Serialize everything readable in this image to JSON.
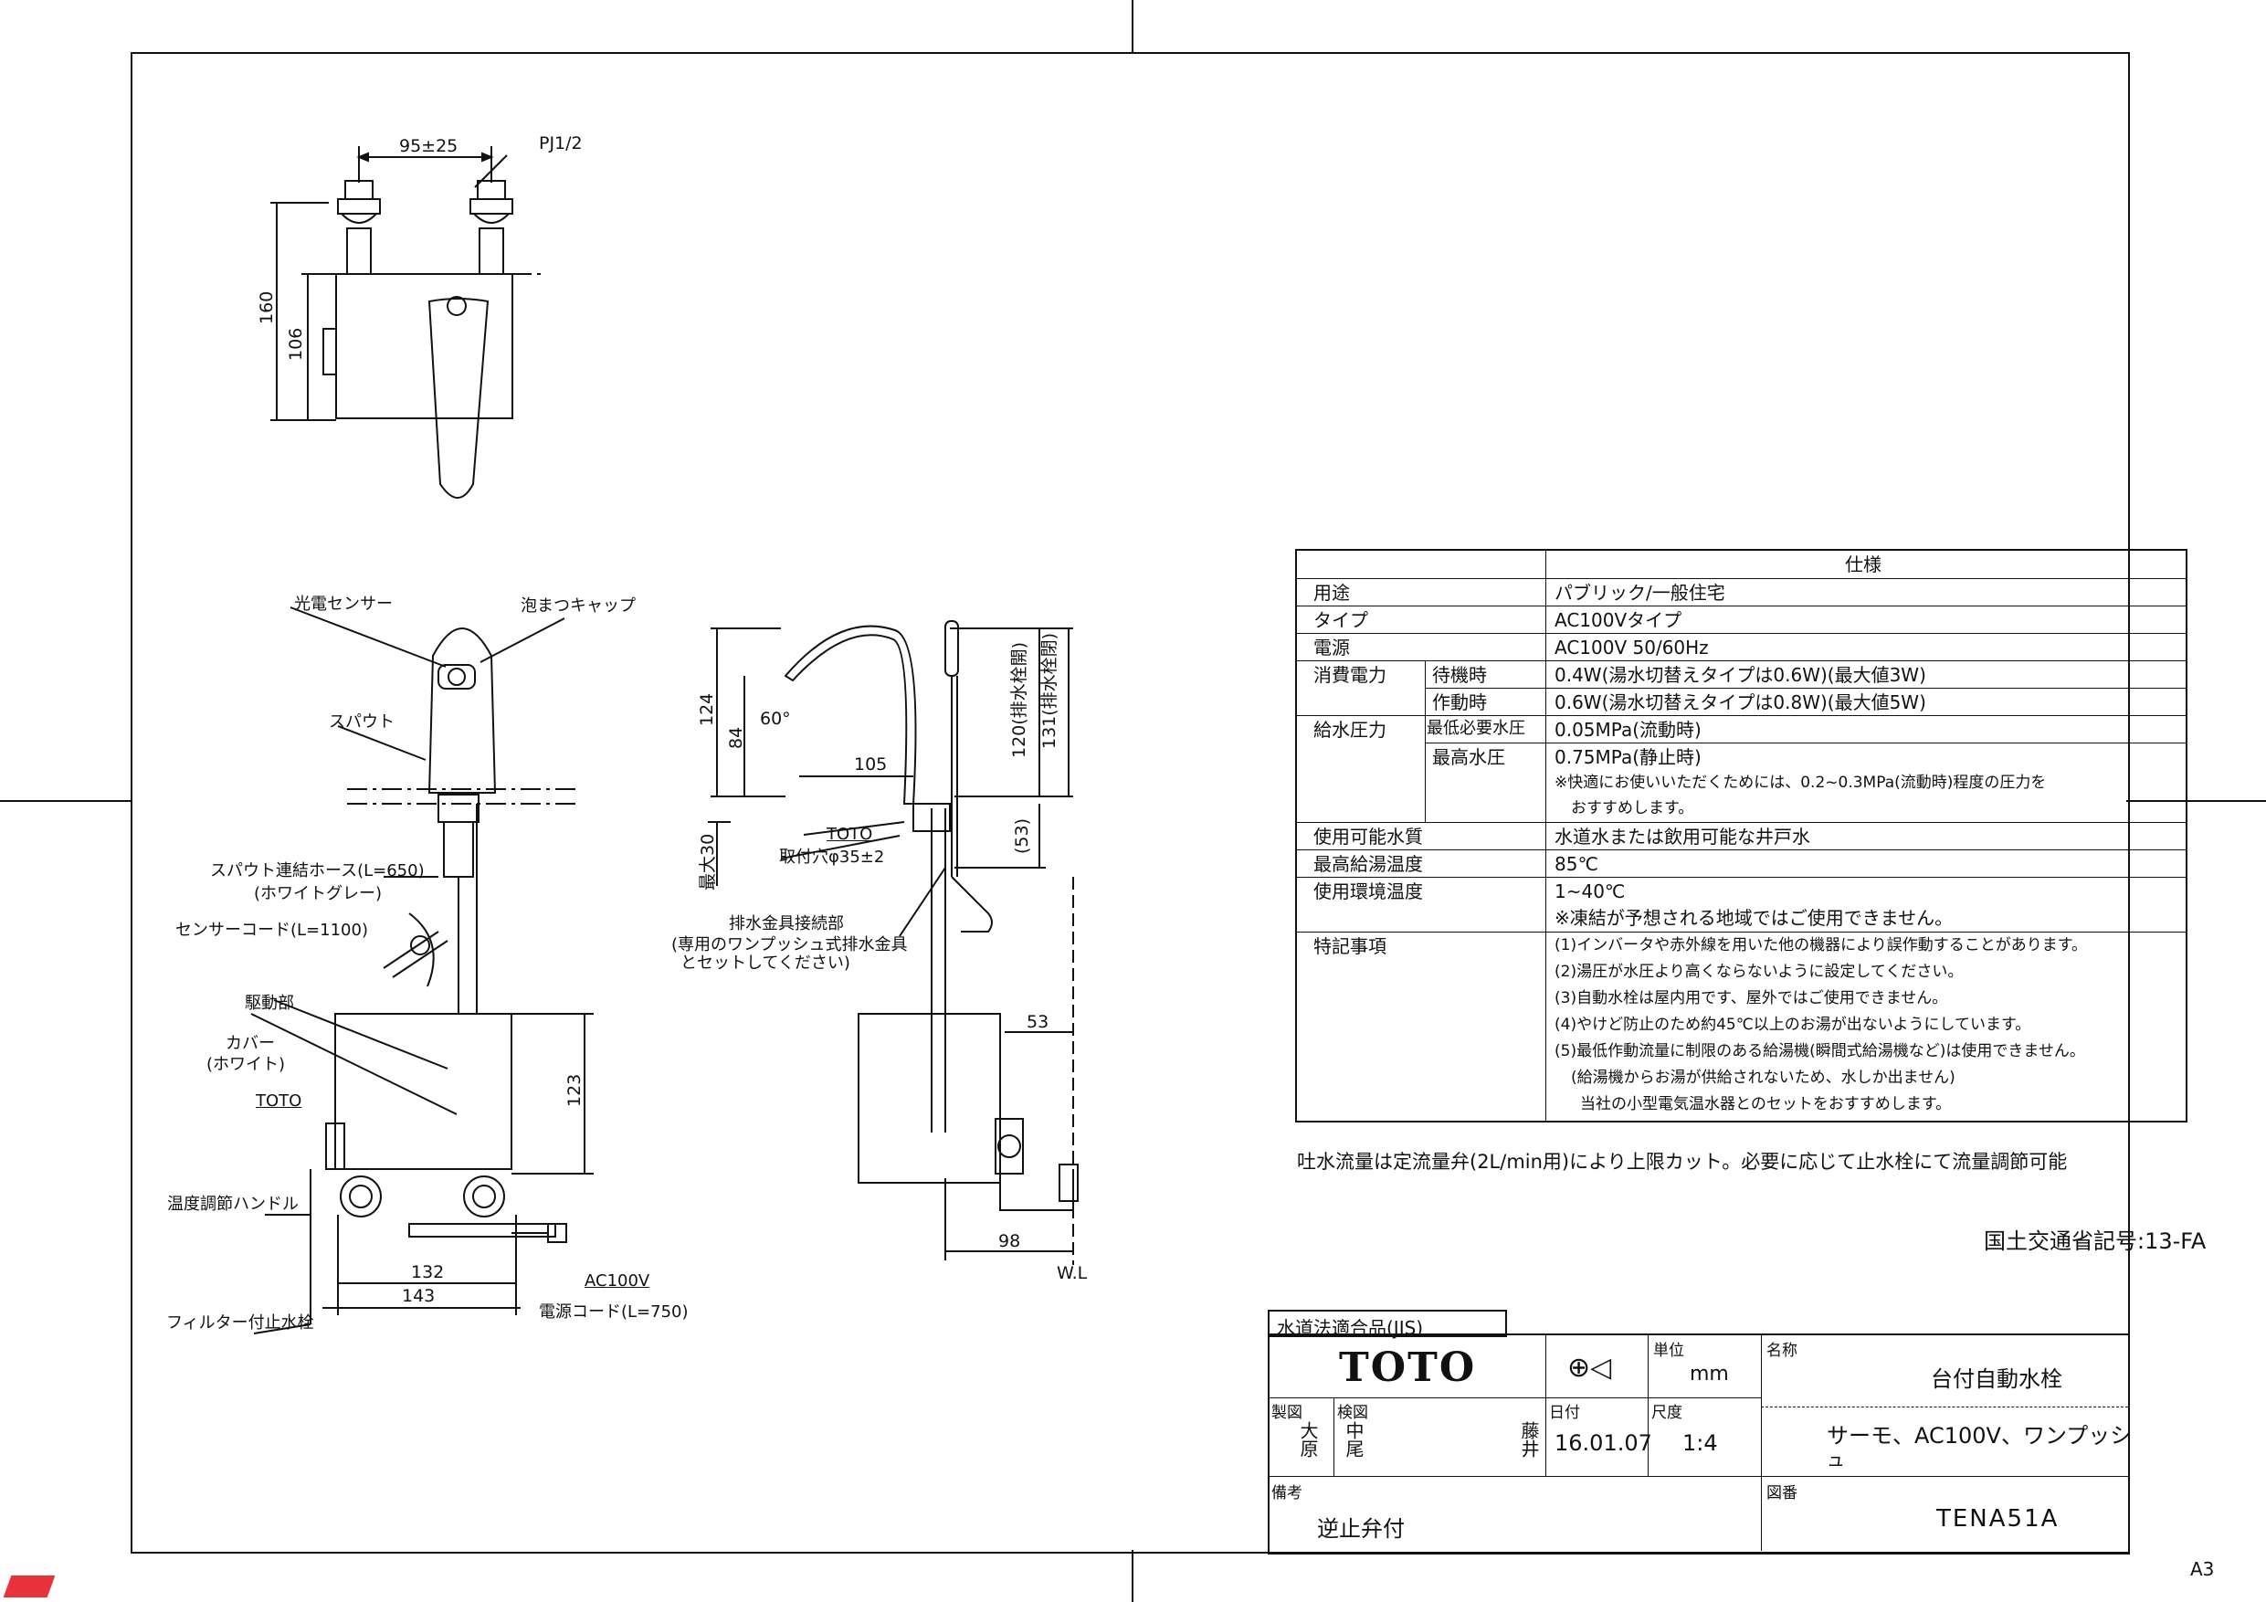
{
  "drawing": {
    "top_view": {
      "dim_width": "95±25",
      "pipe_thread": "PJ1/2",
      "dim_height_total": "160",
      "dim_height_body": "106"
    },
    "front_view": {
      "labels": {
        "sensor": "光電センサー",
        "aerator": "泡まつキャップ",
        "spout": "スパウト",
        "hose": "スパウト連結ホース(L=650)",
        "hose_color": "(ホワイトグレー)",
        "sensor_cord": "センサーコード(L=1100)",
        "drive": "駆動部",
        "cover": "カバー",
        "cover_color": "(ホワイト)",
        "maker": "TOTO",
        "temp_handle": "温度調節ハンドル",
        "filter_valve": "フィルター付止水栓",
        "ac": "AC100V",
        "power_cord": "電源コード(L=750)"
      },
      "dims": {
        "d123": "123",
        "d132": "132",
        "d143": "143"
      }
    },
    "side_view": {
      "labels": {
        "maker": "TOTO",
        "mount_hole": "取付穴φ35±2",
        "drain_conn": "排水金具接続部",
        "drain_note_1": "(専用のワンプッシュ式排水金具",
        "drain_note_2": "とセットしてください)",
        "wl": "W.L"
      },
      "dims": {
        "d124": "124",
        "d84": "84",
        "angle": "60°",
        "d105": "105",
        "d120": "120(排水栓開)",
        "d131": "131(排水栓閉)",
        "d53p": "(53)",
        "max30": "最大30",
        "d53": "53",
        "d98": "98"
      }
    }
  },
  "spec_table": {
    "header": "仕様",
    "rows": [
      {
        "label": "用途",
        "value": "パブリック/一般住宅"
      },
      {
        "label": "タイプ",
        "value": "AC100Vタイプ"
      },
      {
        "label": "電源",
        "value": "AC100V 50/60Hz"
      },
      {
        "label": "消費電力",
        "sub": "待機時",
        "value": "0.4W(湯水切替えタイプは0.6W)(最大値3W)"
      },
      {
        "sub": "作動時",
        "value": "0.6W(湯水切替えタイプは0.8W)(最大値5W)"
      },
      {
        "label": "給水圧力",
        "sub": "最低必要水圧",
        "value": "0.05MPa(流動時)"
      },
      {
        "sub": "最高水圧",
        "value": "0.75MPa(静止時)"
      },
      {
        "value": "※快適にお使いいただくためには、0.2~0.3MPa(流動時)程度の圧力を"
      },
      {
        "value": "おすすめします。"
      },
      {
        "label": "使用可能水質",
        "value": "水道水または飲用可能な井戸水"
      },
      {
        "label": "最高給湯温度",
        "value": "85℃"
      },
      {
        "label": "使用環境温度",
        "value": "1~40℃"
      },
      {
        "value": "※凍結が予想される地域ではご使用できません。"
      },
      {
        "label": "特記事項",
        "value": "(1)インバータや赤外線を用いた他の機器により誤作動することがあります。"
      },
      {
        "value": "(2)湯圧が水圧より高くならないように設定してください。"
      },
      {
        "value": "(3)自動水栓は屋内用です、屋外ではご使用できません。"
      },
      {
        "value": "(4)やけど防止のため約45℃以上のお湯が出ないようにしています。"
      },
      {
        "value": "(5)最低作動流量に制限のある給湯機(瞬間式給湯機など)は使用できません。"
      },
      {
        "value": "(給湯機からお湯が供給されないため、水しか出ません)"
      },
      {
        "value": "当社の小型電気温水器とのセットをおすすめします。"
      }
    ]
  },
  "flow_note": "吐水流量は定流量弁(2L/min用)により上限カット。必要に応じて止水栓にて流量調節可能",
  "mlit_code": "国土交通省記号:13-FA",
  "title_block": {
    "jis": "水道法適合品(JIS)",
    "brand": "TOTO",
    "unit_label": "単位",
    "unit_value": "mm",
    "name_label": "名称",
    "name_value": "台付自動水栓",
    "subtitle": "サーモ、AC100V、ワンプッシ",
    "subtitle2": "ュ",
    "drawn_label": "製図",
    "drawn_value": "大原",
    "checked_label": "検図",
    "checked_value_1": "中尾",
    "checked_value_2": "藤井",
    "date_label": "日付",
    "date_value": "16.01.07",
    "scale_label": "尺度",
    "scale_value": "1:4",
    "remarks_label": "備考",
    "remarks_value": "逆止弁付",
    "drawing_no_label": "図番",
    "drawing_no_value": "TENA51A"
  },
  "sheet_size": "A3"
}
